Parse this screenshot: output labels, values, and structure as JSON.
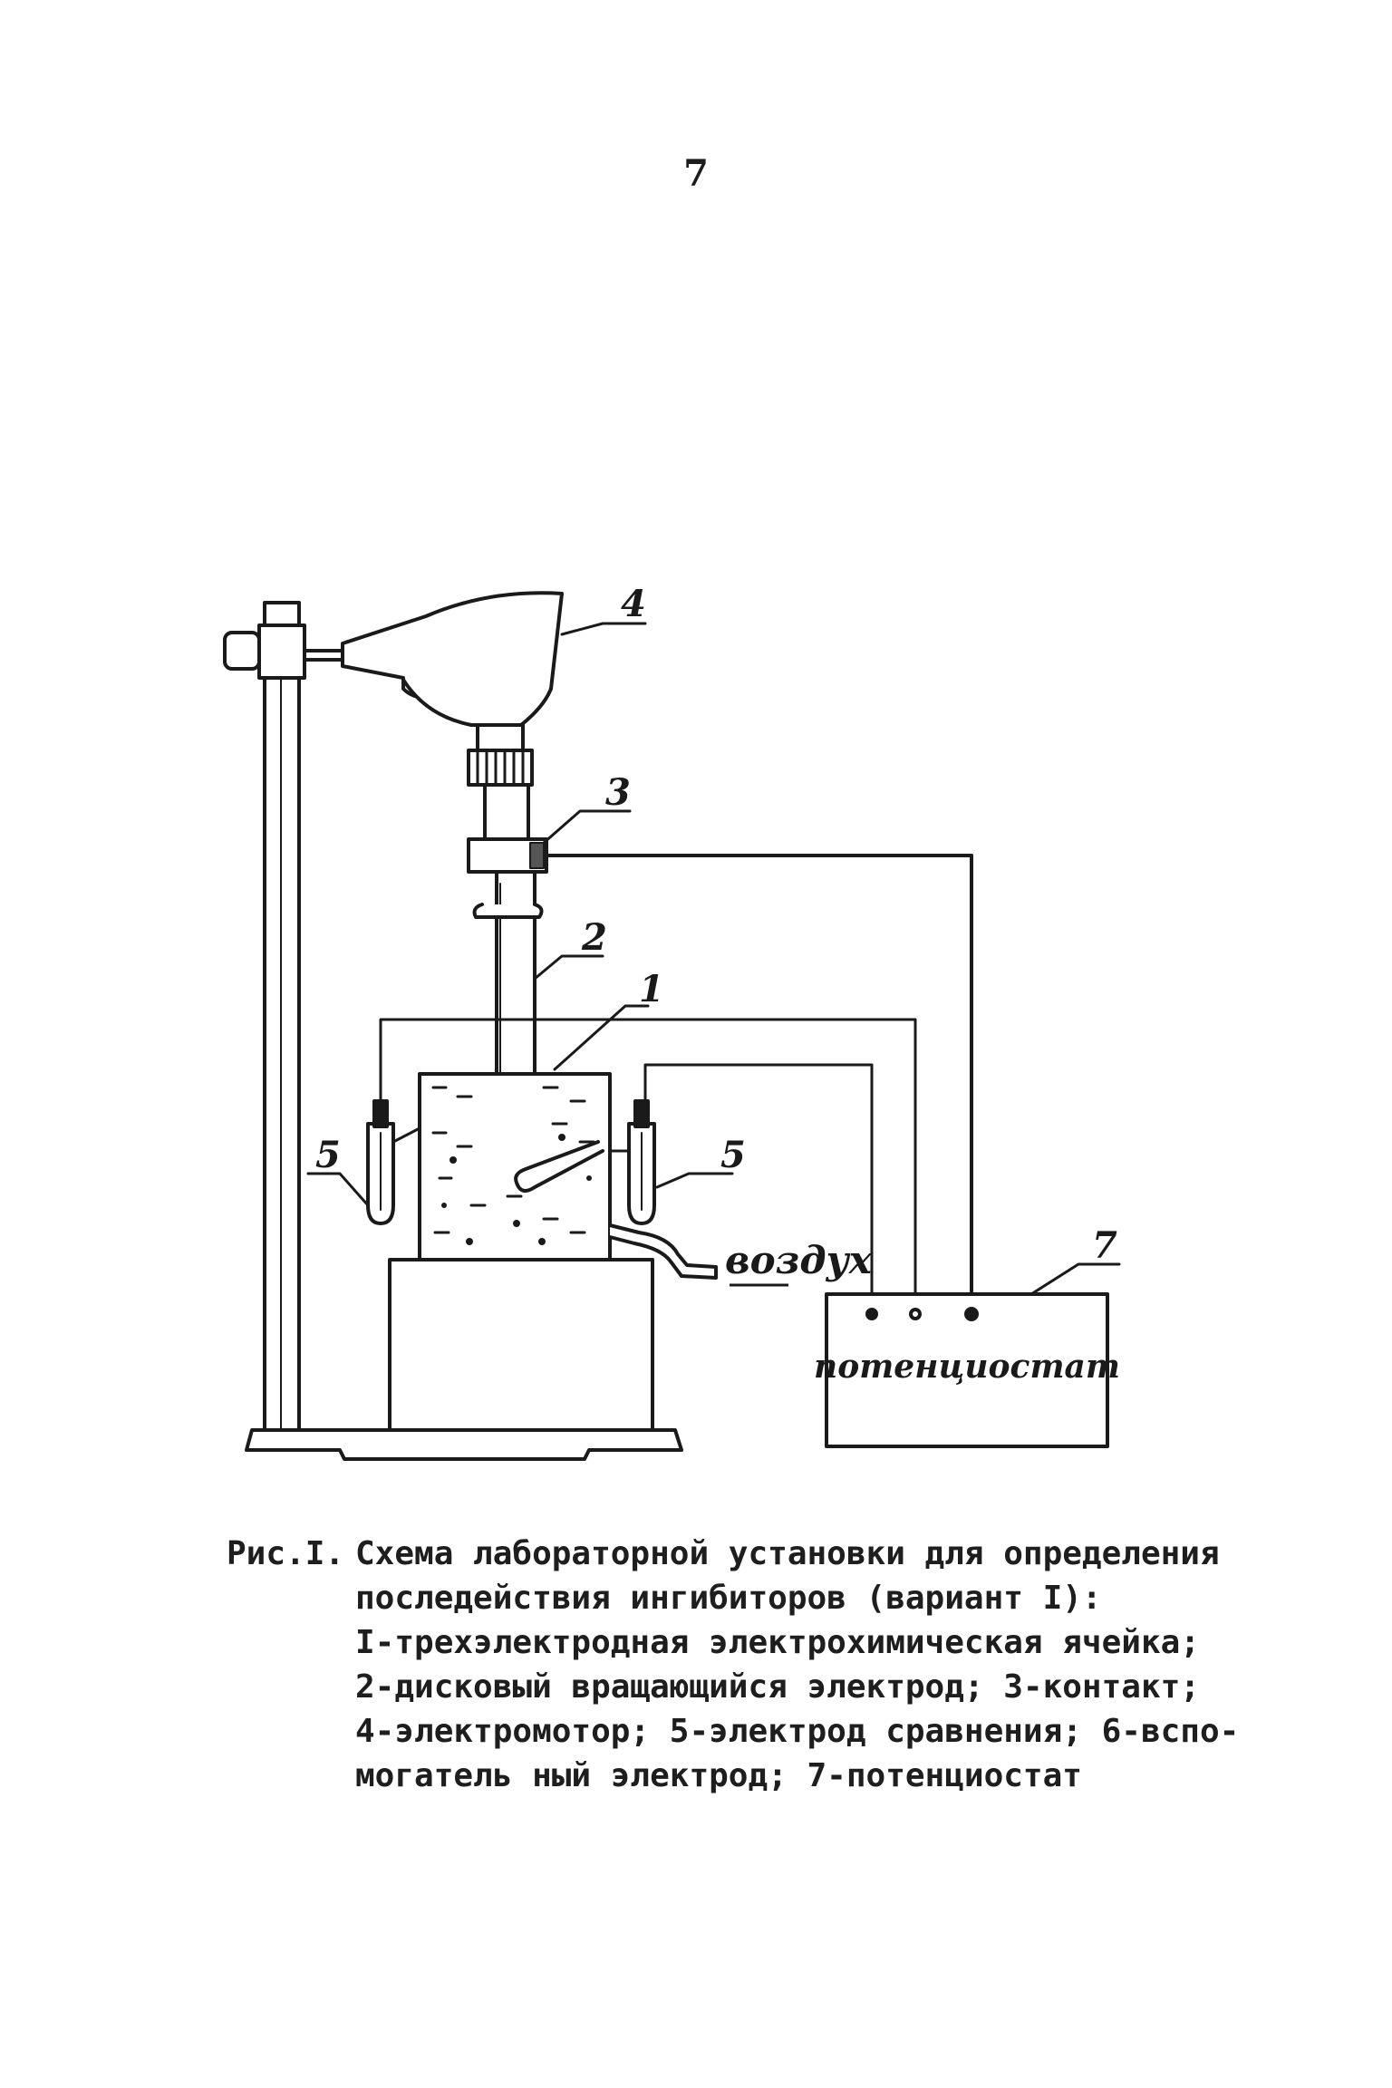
{
  "page": {
    "number": "7"
  },
  "figure": {
    "callouts": {
      "c1": "1",
      "c2": "2",
      "c3": "3",
      "c4": "4",
      "c5_left": "5",
      "c5_right": "5",
      "c7": "7"
    },
    "air_label": "воздух",
    "potentiostat_label": "потенциостат"
  },
  "caption": {
    "label": "Рис.I.",
    "lines": [
      "Схема лабораторной установки для определения",
      "последействия ингибиторов (вариант I):",
      "I-трехэлектродная электрохимическая ячейка;",
      "2-дисковый вращающийся электрод; 3-контакт;",
      "4-электромотор; 5-электрод сравнения; 6-вспо-",
      "могатель ный электрод; 7-потенциостат"
    ]
  }
}
